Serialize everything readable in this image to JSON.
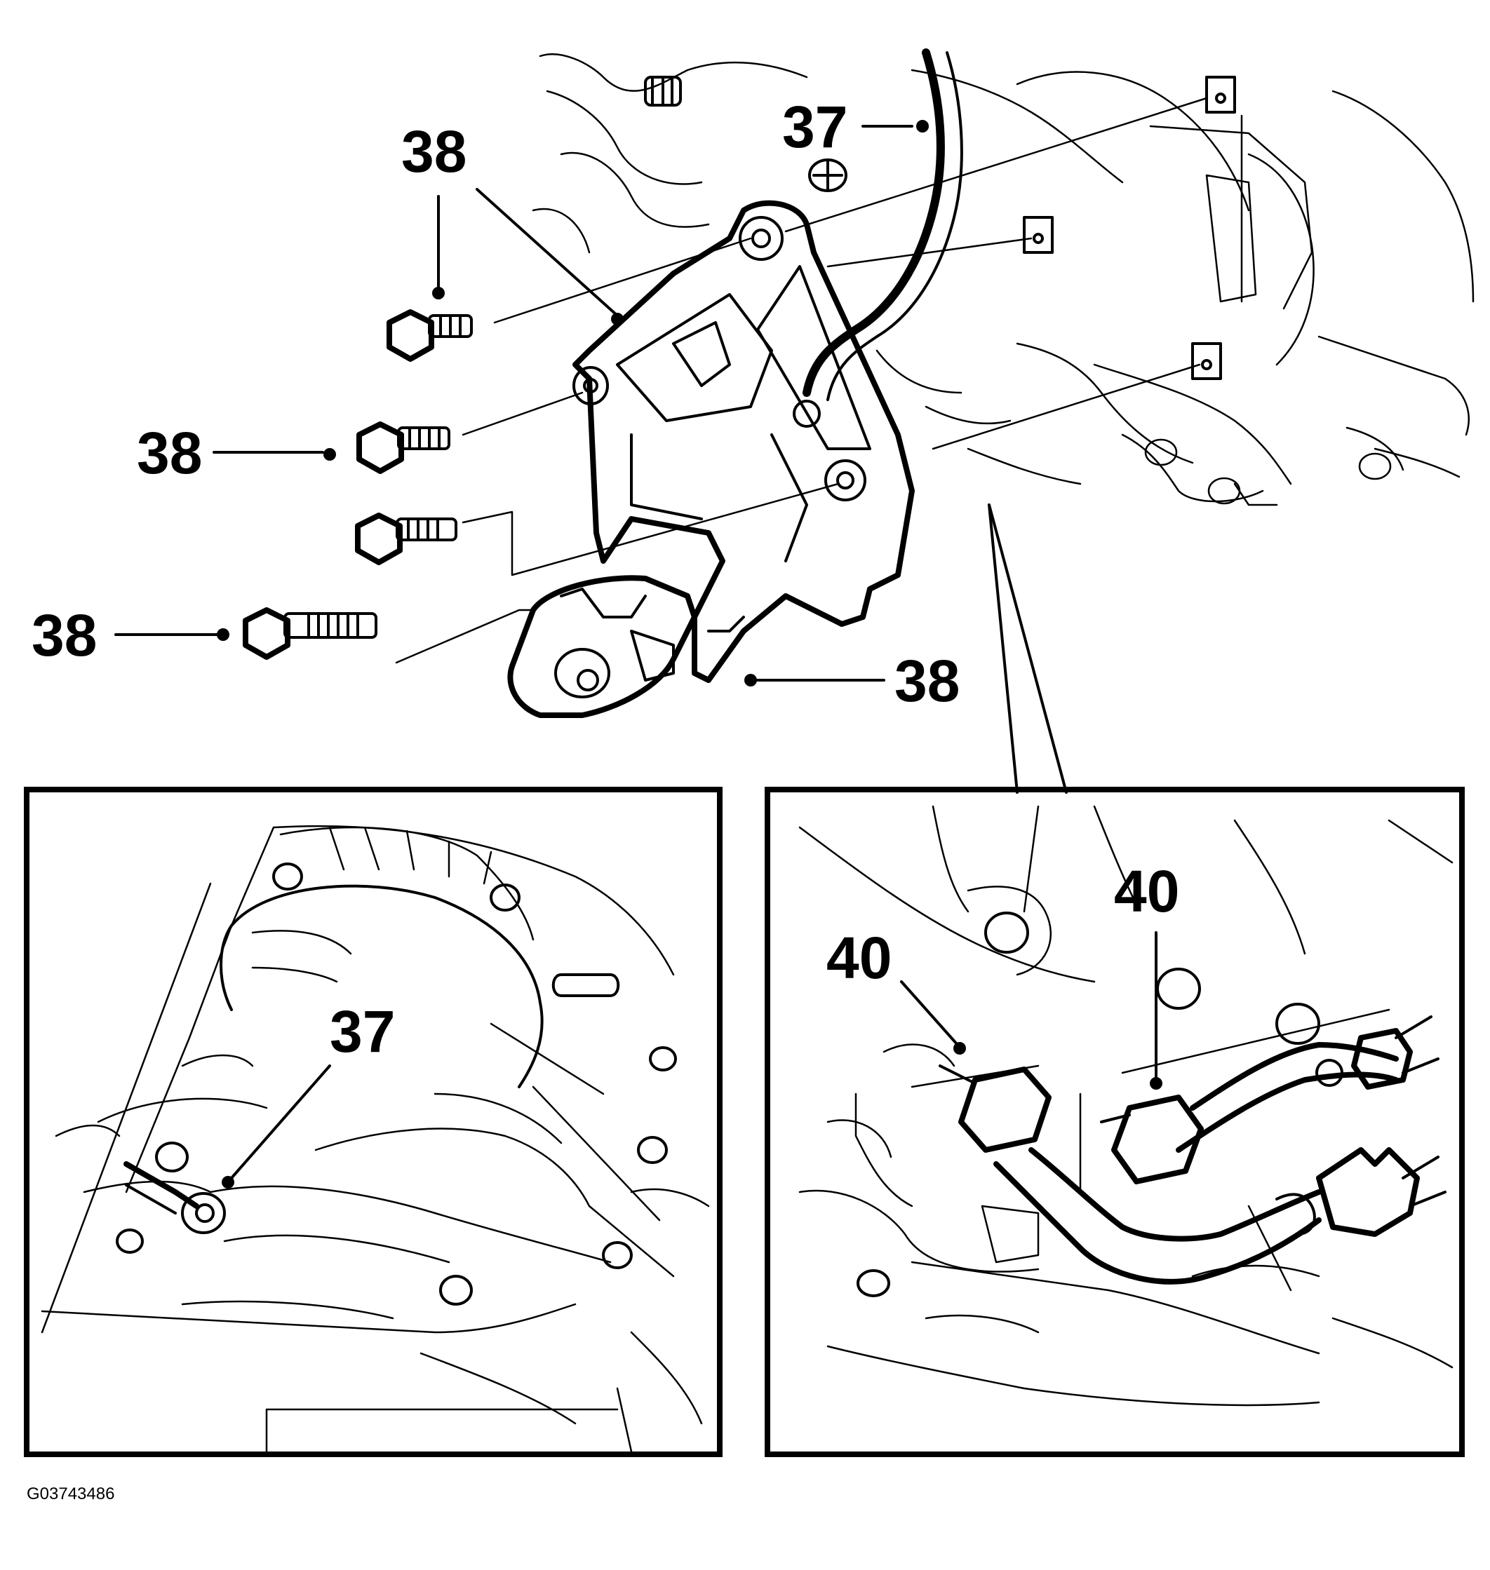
{
  "figure_id": "G03743486",
  "callouts": {
    "main_37": "37",
    "main_38_top": "38",
    "main_38_mid": "38",
    "main_38_low": "38",
    "main_38_right": "38",
    "inset_left_37": "37",
    "inset_right_40_left": "40",
    "inset_right_40_right": "40"
  }
}
